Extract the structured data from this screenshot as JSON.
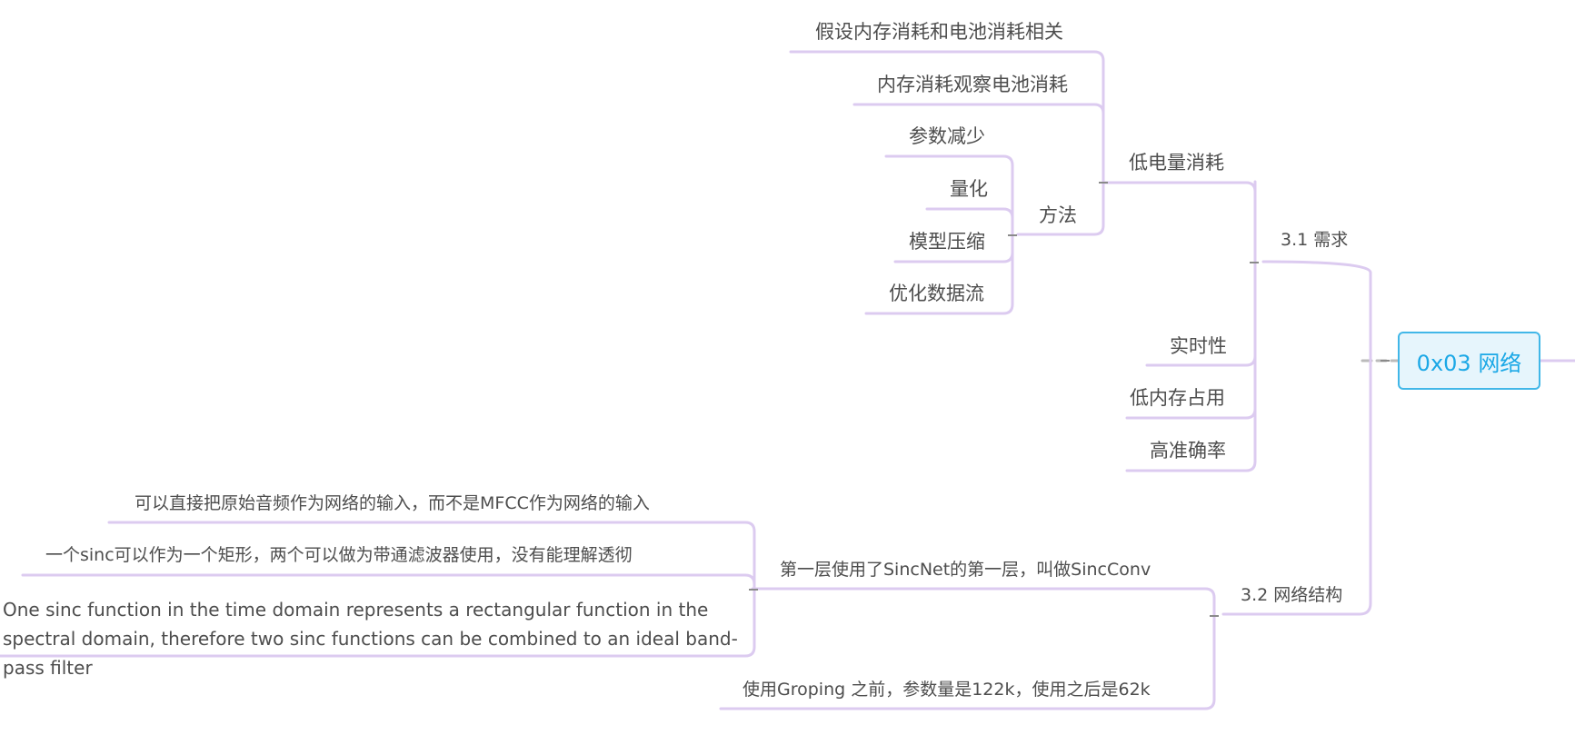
{
  "root": {
    "label": "0x03 网络"
  },
  "branches": {
    "req": {
      "label": "3.1 需求",
      "low_power": {
        "label": "低电量消耗",
        "assume": "假设内存消耗和电池消耗相关",
        "observe": "内存消耗观察电池消耗",
        "method": {
          "label": "方法",
          "items": [
            "参数减少",
            "量化",
            "模型压缩",
            "优化数据流"
          ]
        }
      },
      "realtime": "实时性",
      "low_mem": "低内存占用",
      "accuracy": "高准确率"
    },
    "net": {
      "label": "3.2 网络结构",
      "first_layer": {
        "label": "第一层使用了SincNet的第一层，叫做SincConv",
        "items": [
          "可以直接把原始音频作为网络的输入，而不是MFCC作为网络的输入",
          "一个sinc可以作为一个矩形，两个可以做为带通滤波器使用，没有能理解透彻",
          "One sinc function in the time domain represents a rectangular function in the spectral domain, therefore two sinc functions can be combined to an ideal band-pass filter"
        ]
      },
      "grouping": "使用Groping 之前，参数量是122k，使用之后是62k"
    }
  },
  "colors": {
    "line": "#dccbf0",
    "root_border": "#41b7e8",
    "root_fill": "#e6f5fc",
    "root_text": "#1ba8e6"
  }
}
